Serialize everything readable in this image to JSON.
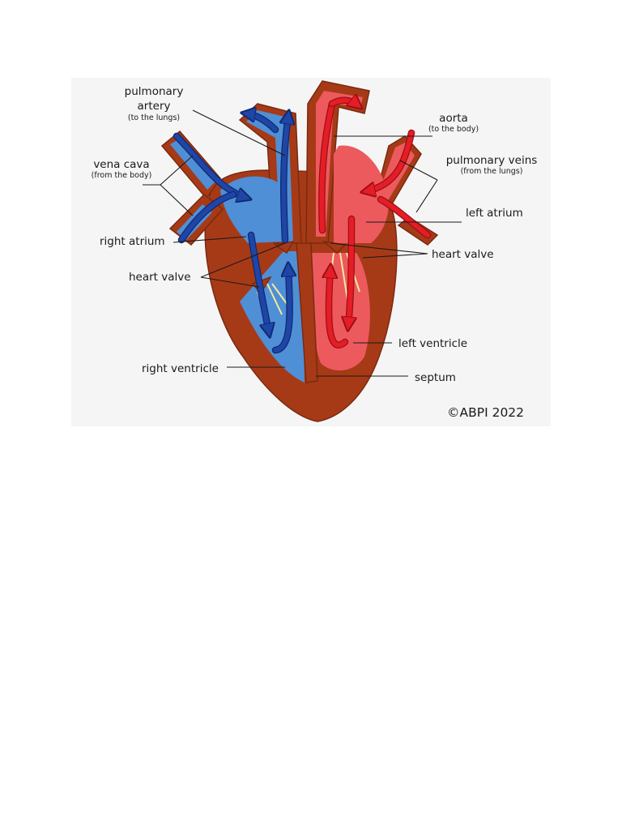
{
  "labels": {
    "pulmonary_artery_1": "pulmonary",
    "pulmonary_artery_2": "artery",
    "pulmonary_artery_sub": "(to the lungs)",
    "vena_cava": "vena cava",
    "vena_cava_sub": "(from the body)",
    "right_atrium": "right atrium",
    "heart_valve_left": "heart valve",
    "right_ventricle": "right ventricle",
    "aorta": "aorta",
    "aorta_sub": "(to the body)",
    "pulmonary_veins": "pulmonary veins",
    "pulmonary_veins_sub": "(from the lungs)",
    "left_atrium": "left atrium",
    "heart_valve_right": "heart valve",
    "left_ventricle": "left ventricle",
    "septum": "septum"
  },
  "copyright": "©ABPI 2022",
  "colors": {
    "muscle": "#a63a17",
    "deoxygenated": "#4f8fd6",
    "deoxygenated_arrow": "#1f45a6",
    "oxygenated": "#ec5a5e",
    "oxygenated_arrow": "#e51d26",
    "chordae": "#f3e8a0",
    "background": "#f5f5f5"
  }
}
